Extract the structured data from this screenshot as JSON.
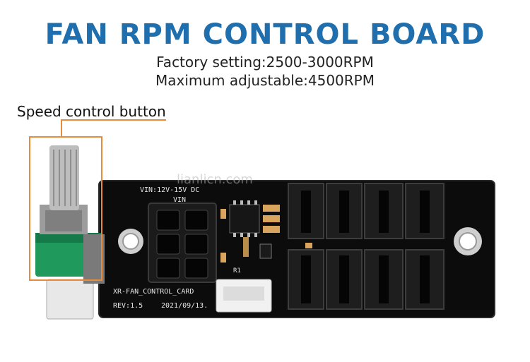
{
  "heading": {
    "title": "FAN RPM CONTROL BOARD",
    "line1": "Factory setting:2500-3000RPM",
    "line2": "Maximum adjustable:4500RPM"
  },
  "callout": {
    "label": "Speed control button"
  },
  "board": {
    "vin_text": "VIN:12V-15V DC",
    "vin_label": "VIN",
    "r1_label": "R1",
    "model_text": "XR-FAN_CONTROL_CARD",
    "rev_text": "REV:1.5",
    "date_text": "2021/09/13.",
    "watermark": "lianlicn.com"
  },
  "colors": {
    "title": "#1f6fae",
    "callout": "#e78b3c",
    "pcb": "#0c0c0c",
    "pot_base": "#1f9a5c"
  }
}
